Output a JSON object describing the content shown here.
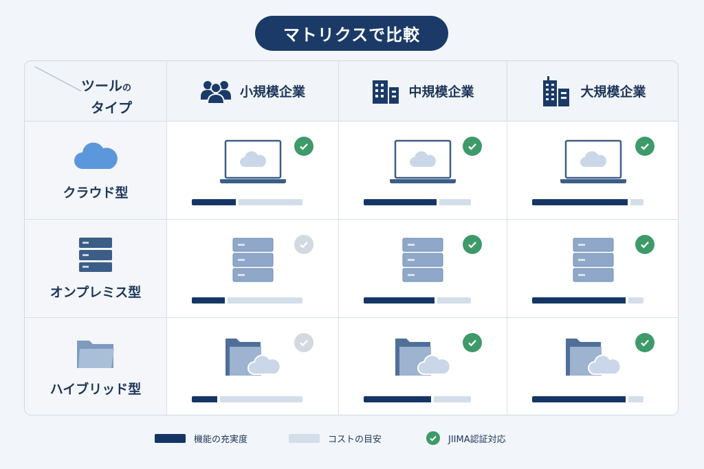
{
  "title": "マトリクスで比較",
  "corner": {
    "line1": "ツール",
    "line1_small": "の",
    "line2": "タイプ"
  },
  "columns": [
    {
      "label": "小規模企業",
      "icon": "people-icon"
    },
    {
      "label": "中規模企業",
      "icon": "building-icon"
    },
    {
      "label": "大規模企業",
      "icon": "skyscraper-icon"
    }
  ],
  "rows": [
    {
      "label": "クラウド型",
      "icon": "cloud-icon",
      "illustration": "laptop-cloud",
      "cells": [
        {
          "function_level": 0.4,
          "jiima": true
        },
        {
          "function_level": 0.68,
          "jiima": true
        },
        {
          "function_level": 0.86,
          "jiima": true
        }
      ]
    },
    {
      "label": "オンプレミス型",
      "icon": "server-icon",
      "illustration": "server",
      "cells": [
        {
          "function_level": 0.3,
          "jiima": false
        },
        {
          "function_level": 0.66,
          "jiima": true
        },
        {
          "function_level": 0.84,
          "jiima": true
        }
      ]
    },
    {
      "label": "ハイブリッド型",
      "icon": "folder-icon",
      "illustration": "folder-cloud",
      "cells": [
        {
          "function_level": 0.23,
          "jiima": false
        },
        {
          "function_level": 0.63,
          "jiima": true
        },
        {
          "function_level": 0.84,
          "jiima": true
        }
      ]
    }
  ],
  "legend": {
    "function": "機能の充実度",
    "cost": "コストの目安",
    "jiima": "JIIMA認証対応"
  },
  "colors": {
    "navy": "#153565",
    "light_bar": "#d3deea",
    "check_green": "#3e9a69",
    "check_inactive": "#d3d9e0"
  }
}
